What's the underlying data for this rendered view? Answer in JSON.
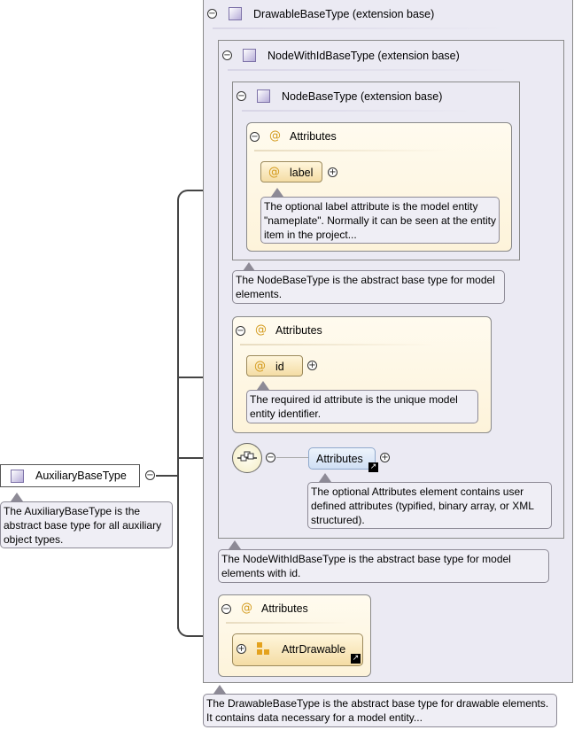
{
  "root": {
    "label": "AuxiliaryBaseType",
    "note": "The AuxiliaryBaseType is the abstract base type for all auxiliary object types."
  },
  "drawable": {
    "title": "DrawableBaseType (extension base)",
    "note": "The DrawableBaseType is the abstract base type for drawable elements. It contains data necessary for a model entity...",
    "attributes_title": "Attributes",
    "attr_group": "AttrDrawable"
  },
  "node_with_id": {
    "title": "NodeWithIdBaseType (extension base)",
    "note": "The NodeWithIdBaseType is the abstract base type for model elements with id.",
    "attributes_title": "Attributes",
    "id_label": "id",
    "id_note": "The required id attribute is the unique model entity identifier.",
    "element_label": "Attributes",
    "element_note": "The optional Attributes element contains user defined attributes (typified, binary array, or XML structured)."
  },
  "node_base": {
    "title": "NodeBaseType (extension base)",
    "note": "The NodeBaseType is the abstract base type for model elements.",
    "attributes_title": "Attributes",
    "label_label": "label",
    "label_note": "The optional label attribute is the model entity \"nameplate\". Normally it can be seen at the entity item in the project..."
  },
  "glyphs": {
    "minus": "−",
    "plus": "+",
    "at": "@",
    "link": "↗"
  }
}
